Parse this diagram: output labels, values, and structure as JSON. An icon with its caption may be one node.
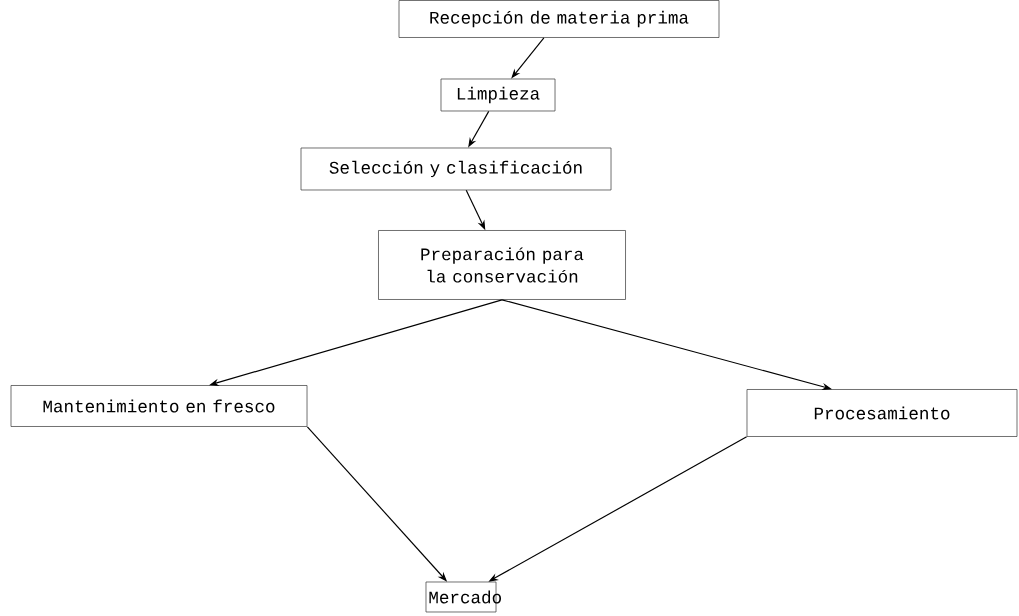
{
  "diagram": {
    "nodes": [
      {
        "text": [
          "Recepción de materia prima"
        ]
      },
      {
        "text": [
          "Limpieza"
        ]
      },
      {
        "text": [
          "Selección y clasificación"
        ]
      },
      {
        "text": [
          "Preparación para la conservación"
        ]
      },
      {
        "text": [
          "Mantenimiento en fresco"
        ]
      },
      {
        "text": [
          "Procesamiento"
        ]
      },
      {
        "text": [
          "Mercado"
        ]
      }
    ],
    "edges": [
      {
        "from": 0,
        "to": 1,
        "arrow": "to"
      },
      {
        "from": 1,
        "to": 2,
        "arrow": "to"
      },
      {
        "from": 2,
        "to": 3,
        "arrow": "to"
      },
      {
        "from": 3,
        "to": 4,
        "arrow": "to"
      },
      {
        "from": 3,
        "to": 5,
        "arrow": "to"
      },
      {
        "from": 4,
        "to": 6,
        "arrow": "to"
      },
      {
        "from": 5,
        "to": 6,
        "arrow": "to"
      }
    ]
  }
}
